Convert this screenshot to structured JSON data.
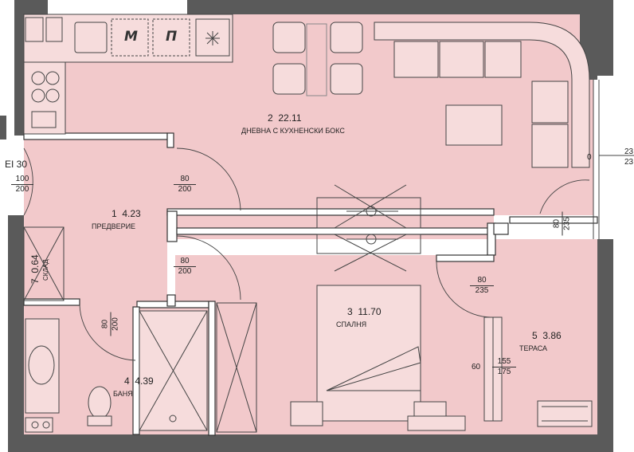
{
  "rooms": [
    {
      "number": "2",
      "area": "22.11",
      "name": "ДНЕВНА С КУХНЕНСКИ БОКС"
    },
    {
      "number": "1",
      "area": "4.23",
      "name": "ПРЕДВЕРИЕ"
    },
    {
      "number": "7",
      "area": "0.64",
      "name": "СКЛАД"
    },
    {
      "number": "3",
      "area": "11.70",
      "name": "СПАЛНЯ"
    },
    {
      "number": "4",
      "area": "4.39",
      "name": "БАНЯ"
    },
    {
      "number": "5",
      "area": "3.86",
      "name": "ТЕРАСА"
    }
  ],
  "fire_rating": "EI 30",
  "doors": {
    "entrance": {
      "top": "100",
      "bottom": "200"
    },
    "living": {
      "top": "80",
      "bottom": "200"
    },
    "bedroom": {
      "top": "80",
      "bottom": "200"
    },
    "bath": {
      "top": "80",
      "bottom": "200"
    },
    "terrace_upper": {
      "top": "80",
      "bottom": "235"
    },
    "terrace_lower": {
      "top": "80",
      "bottom": "235"
    },
    "terrace_window": {
      "top": "155",
      "bottom": "175"
    }
  },
  "misc_labels": {
    "window_height": "60",
    "zero_mark": "0",
    "edge_top": "23",
    "edge_bottom": "23"
  },
  "appliances": {
    "microwave": "M",
    "oven": "П"
  },
  "colors": {
    "floor": "#f2c9cb",
    "wall": "#5a5a5a",
    "line": "#444444"
  }
}
